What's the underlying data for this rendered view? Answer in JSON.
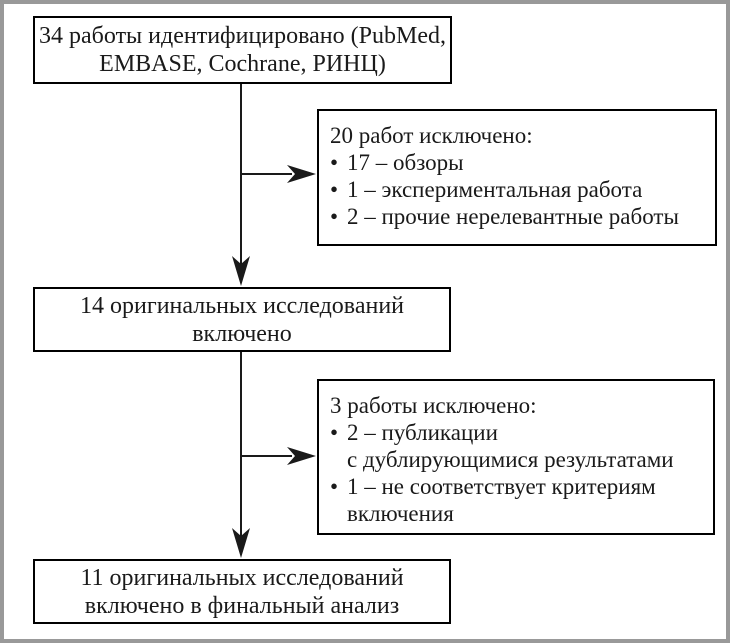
{
  "colors": {
    "text": "#1a1a1a",
    "line": "#1a1a1a",
    "box_border": "#000000",
    "frame_border": "#999999",
    "background": "#ffffff"
  },
  "flowchart": {
    "identified_box": {
      "line1": "34 работы идентифицировано (PubMed,",
      "line2": "EMBASE, Cochrane, РИНЦ)"
    },
    "excluded_box_1": {
      "title": "20 работ исключено:",
      "items": [
        {
          "marker": "•",
          "lines": [
            "17 – обзоры"
          ]
        },
        {
          "marker": "•",
          "lines": [
            "1 – экспериментальная работа"
          ]
        },
        {
          "marker": "•",
          "lines": [
            "2 – прочие нерелевантные работы"
          ]
        }
      ]
    },
    "included_box": {
      "line1": "14 оригинальных исследований",
      "line2": "включено"
    },
    "excluded_box_2": {
      "title": "3 работы исключено:",
      "items": [
        {
          "marker": "•",
          "lines": [
            "2 – публикации",
            "с дублирующимися результатами"
          ]
        },
        {
          "marker": "•",
          "lines": [
            "1 – не соответствует критериям",
            "включения"
          ]
        }
      ]
    },
    "final_box": {
      "line1": "11 оригинальных исследований",
      "line2": "включено в финальный анализ"
    }
  }
}
